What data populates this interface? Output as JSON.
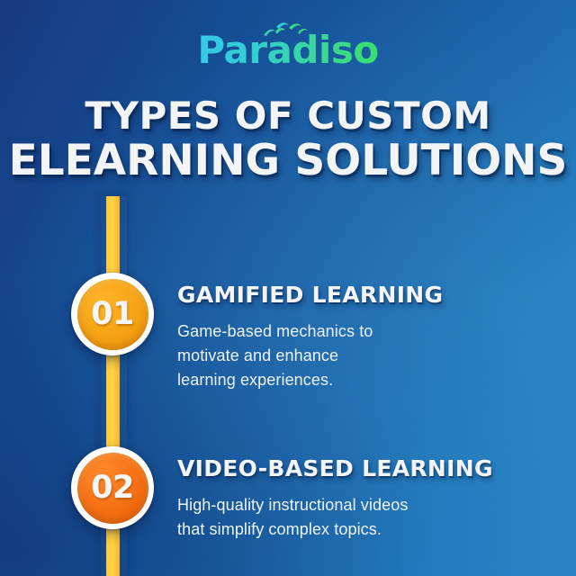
{
  "brand": {
    "name": "Paradiso",
    "logo_gradient_from": "#36c7e8",
    "logo_gradient_to": "#39e06a",
    "birds_icon": "three-birds-icon"
  },
  "title": {
    "line1": "TYPES OF CUSTOM",
    "line2": "ELEARNING SOLUTIONS",
    "color": "#f2f4f6"
  },
  "theme": {
    "background_dark": "#173a80",
    "background_light": "#2a84c4",
    "timeline_bar_color": "#ffc62e",
    "badge_1_color": "#f7a616",
    "badge_2_color": "#f77316",
    "badge_ring_color": "#ffffff",
    "body_text_color": "#eef3f8"
  },
  "steps": [
    {
      "number": "01",
      "heading": "GAMIFIED LEARNING",
      "body_lines": [
        "Game-based mechanics to",
        "motivate and enhance",
        "learning experiences."
      ]
    },
    {
      "number": "02",
      "heading": "VIDEO-BASED LEARNING",
      "body_lines": [
        "High-quality instructional videos",
        "that simplify complex topics."
      ]
    }
  ]
}
